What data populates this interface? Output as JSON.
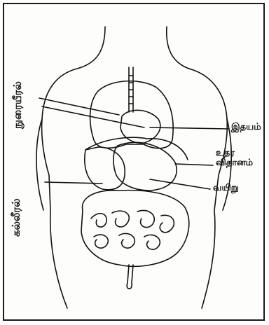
{
  "diagram": {
    "labels": {
      "lungs": "நுரையீரல்",
      "liver": "கல்லீரல்",
      "heart": "இதயம்",
      "diaphragm_line1": "உதர",
      "diaphragm_line2": "விதானம்",
      "stomach": "வயிறு"
    },
    "colors": {
      "ink": "#111111",
      "paper": "#fdfdfb"
    }
  }
}
